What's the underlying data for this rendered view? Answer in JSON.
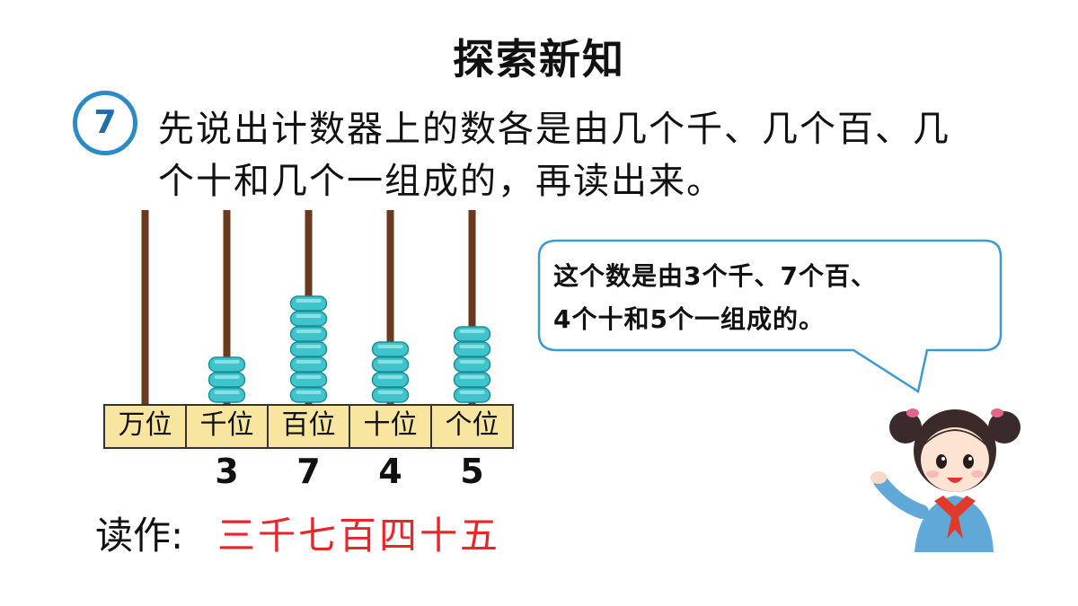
{
  "title": "探索新知",
  "question": {
    "number": "7",
    "line1": "先说出计数器上的数各是由几个千、几个百、几",
    "line2": "个十和几个一组成的，再读出来。"
  },
  "abacus": {
    "places": [
      "万位",
      "千位",
      "百位",
      "十位",
      "个位"
    ],
    "beads": [
      0,
      3,
      7,
      4,
      5
    ],
    "digits": [
      "",
      "3",
      "7",
      "4",
      "5"
    ],
    "bead_color": "#3fc4cc",
    "rod_color": "#6b3a1e",
    "base_color": "#f8e6a0"
  },
  "reading": {
    "label": "读作:",
    "value": "三千七百四十五"
  },
  "speech": {
    "line1": "这个数是由3个千、7个百、",
    "line2": "4个十和5个一组成的。"
  }
}
